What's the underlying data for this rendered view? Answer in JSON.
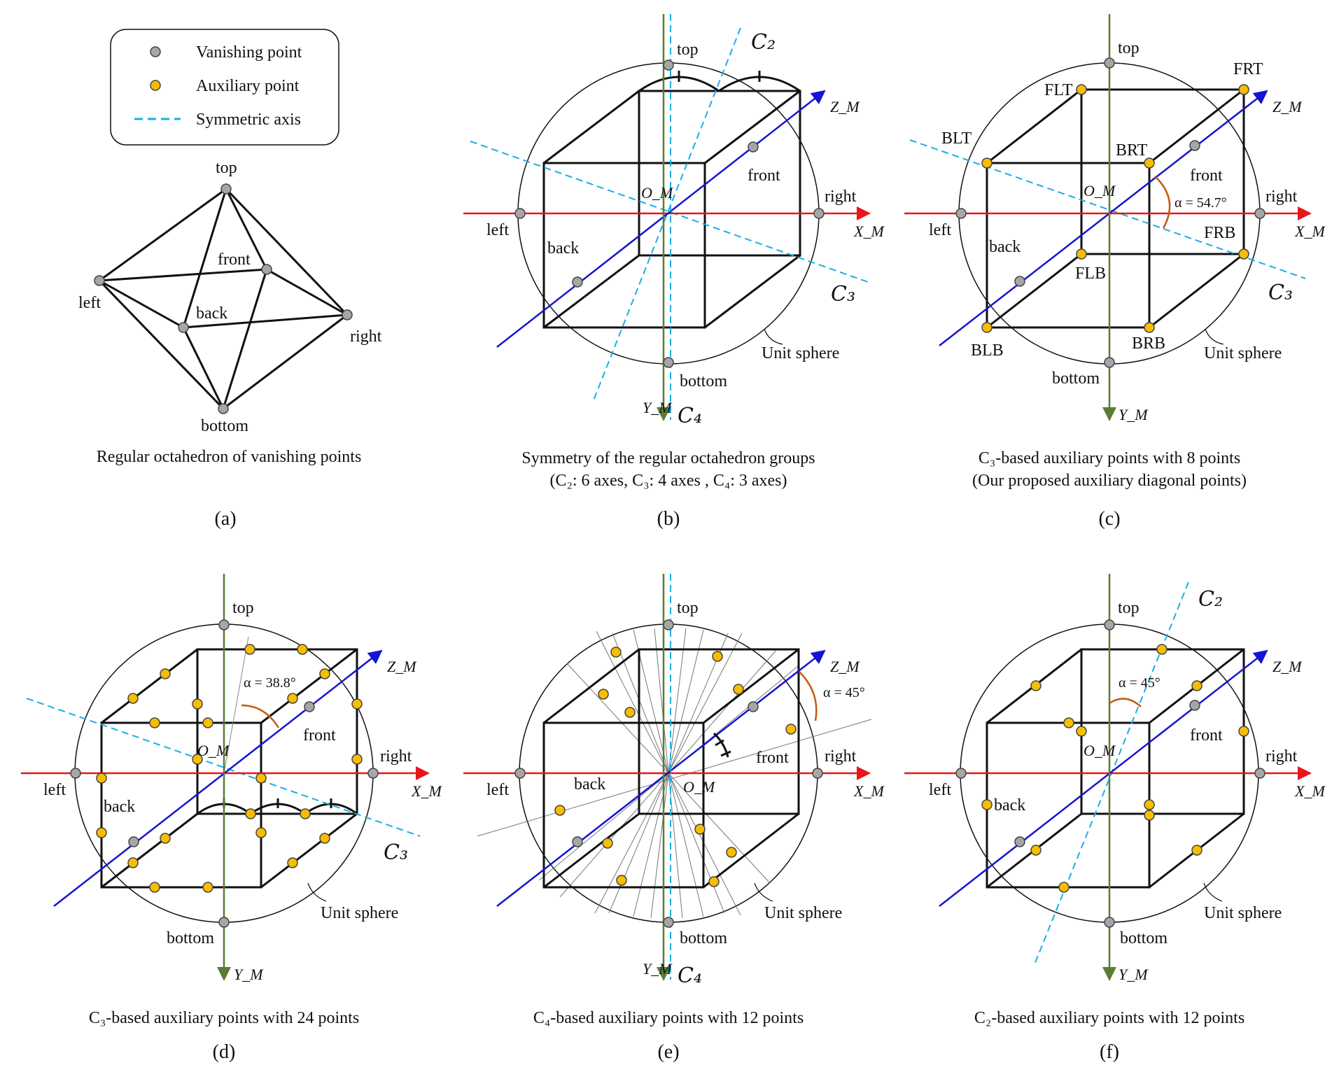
{
  "legend": {
    "vanishing": "Vanishing point",
    "auxiliary": "Auxiliary point",
    "axis": "Symmetric axis"
  },
  "colors": {
    "vanishing": "#a6a6a6",
    "auxiliary": "#f7be00",
    "symmetric": "#1aaee6",
    "x_axis": "#e8161b",
    "y_axis": "#5a7d32",
    "z_axis": "#1414d2",
    "angle": "#c55a11"
  },
  "panels": {
    "a": {
      "letter": "(a)",
      "caption": "Regular octahedron of vanishing points",
      "points": {
        "top": "top",
        "front": "front",
        "left": "left",
        "back": "back",
        "right": "right",
        "bottom": "bottom"
      }
    },
    "b": {
      "letter": "(b)",
      "caption1": "Symmetry of the regular octahedron groups",
      "caption2": "(C₂: 6 axes, C₃: 4 axes , C₄: 3 axes)",
      "labels": {
        "top": "top",
        "bottom": "bottom",
        "left": "left",
        "right": "right",
        "front": "front",
        "back": "back",
        "origin": "O_M",
        "xm": "X_M",
        "ym": "Y_M",
        "zm": "Z_M",
        "c2": "C₂",
        "c3": "C₃",
        "c4": "C₄",
        "sphere": "Unit sphere"
      }
    },
    "c": {
      "letter": "(c)",
      "caption1": "C₃-based auxiliary points with 8 points",
      "caption2": "(Our proposed auxiliary diagonal points)",
      "alpha": "α = 54.7°",
      "corners": {
        "flt": "FLT",
        "frt": "FRT",
        "blt": "BLT",
        "brt": "BRT",
        "frb": "FRB",
        "flb": "FLB",
        "blb": "BLB",
        "brb": "BRB"
      },
      "labels": {
        "top": "top",
        "bottom": "bottom",
        "left": "left",
        "right": "right",
        "front": "front",
        "back": "back",
        "origin": "O_M",
        "xm": "X_M",
        "ym": "Y_M",
        "zm": "Z_M",
        "c3": "C₃",
        "sphere": "Unit sphere"
      }
    },
    "d": {
      "letter": "(d)",
      "caption": "C₃-based auxiliary points with 24 points",
      "alpha": "α = 38.8°",
      "labels": {
        "top": "top",
        "bottom": "bottom",
        "left": "left",
        "right": "right",
        "front": "front",
        "back": "back",
        "origin": "O_M",
        "xm": "X_M",
        "ym": "Y_M",
        "zm": "Z_M",
        "c3": "C₃",
        "sphere": "Unit sphere"
      }
    },
    "e": {
      "letter": "(e)",
      "caption": "C₄-based auxiliary points with 12 points",
      "alpha": "α = 45°",
      "labels": {
        "top": "top",
        "bottom": "bottom",
        "left": "left",
        "right": "right",
        "front": "front",
        "back": "back",
        "origin": "O_M",
        "xm": "X_M",
        "ym": "Y_M",
        "zm": "Z_M",
        "c4": "C₄",
        "sphere": "Unit sphere"
      }
    },
    "f": {
      "letter": "(f)",
      "caption": "C₂-based auxiliary points with 12 points",
      "alpha": "α = 45°",
      "labels": {
        "top": "top",
        "bottom": "bottom",
        "left": "left",
        "right": "right",
        "front": "front",
        "back": "back",
        "origin": "O_M",
        "xm": "X_M",
        "ym": "Y_M",
        "zm": "Z_M",
        "c2": "C₂",
        "sphere": "Unit sphere"
      }
    }
  }
}
